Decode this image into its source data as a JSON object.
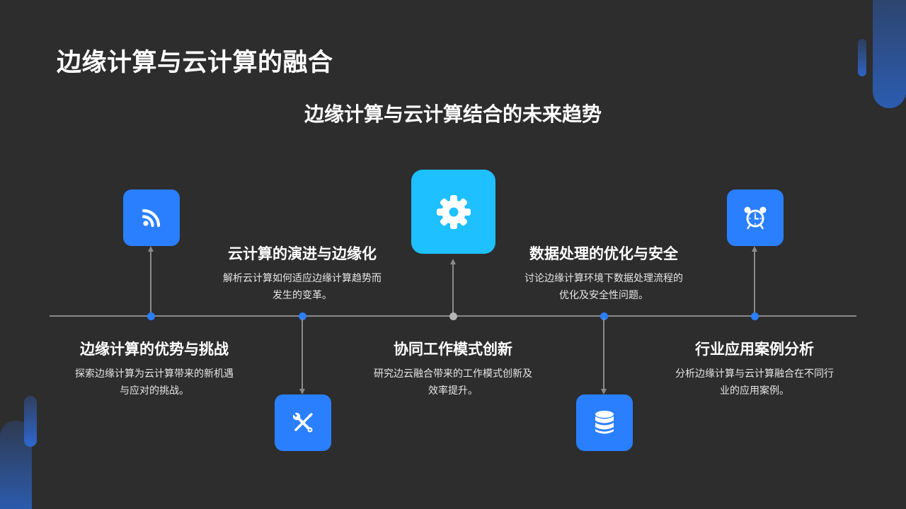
{
  "slide": {
    "title": "边缘计算与云计算的融合",
    "subtitle": "边缘计算与云计算结合的未来趋势"
  },
  "colors": {
    "background": "#2d2d2d",
    "primary_blue": "#2a7fff",
    "highlight_cyan": "#1ec0ff",
    "timeline_gray": "#8a8a8a",
    "center_dot": "#b5b5b5"
  },
  "timeline": {
    "nodes": [
      {
        "icon": "rss-icon",
        "title": "边缘计算的优势与挑战",
        "desc_line1": "探索边缘计算为云计算带来的新机遇",
        "desc_line2": "与应对的挑战。"
      },
      {
        "icon": "tools-icon",
        "title": "云计算的演进与边缘化",
        "desc_line1": "解析云计算如何适应边缘计算趋势而",
        "desc_line2": "发生的变革。"
      },
      {
        "icon": "gear-icon",
        "title": "协同工作模式创新",
        "desc_line1": "研究边云融合带来的工作模式创新及",
        "desc_line2": "效率提升。"
      },
      {
        "icon": "database-icon",
        "title": "数据处理的优化与安全",
        "desc_line1": "讨论边缘计算环境下数据处理流程的",
        "desc_line2": "优化及安全性问题。"
      },
      {
        "icon": "alarm-clock-icon",
        "title": "行业应用案例分析",
        "desc_line1": "分析边缘计算与云计算融合在不同行",
        "desc_line2": "业的应用案例。"
      }
    ]
  }
}
